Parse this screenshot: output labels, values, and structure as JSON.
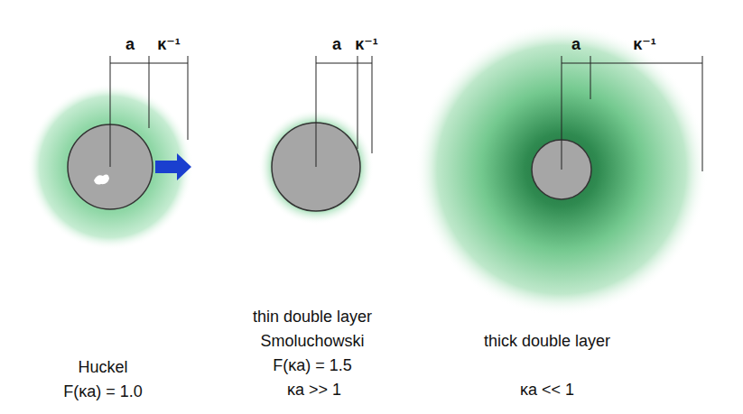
{
  "diagram": {
    "labels": [
      "a",
      "κ⁻¹",
      "a",
      "κ⁻¹",
      "a",
      "κ⁻¹",
      "Huckel",
      "F(κa) = 1.0",
      "thin double layer",
      "Smoluchowski",
      "F(κa) = 1.5",
      "κa >> 1",
      "thick double layer",
      "κa << 1"
    ]
  }
}
